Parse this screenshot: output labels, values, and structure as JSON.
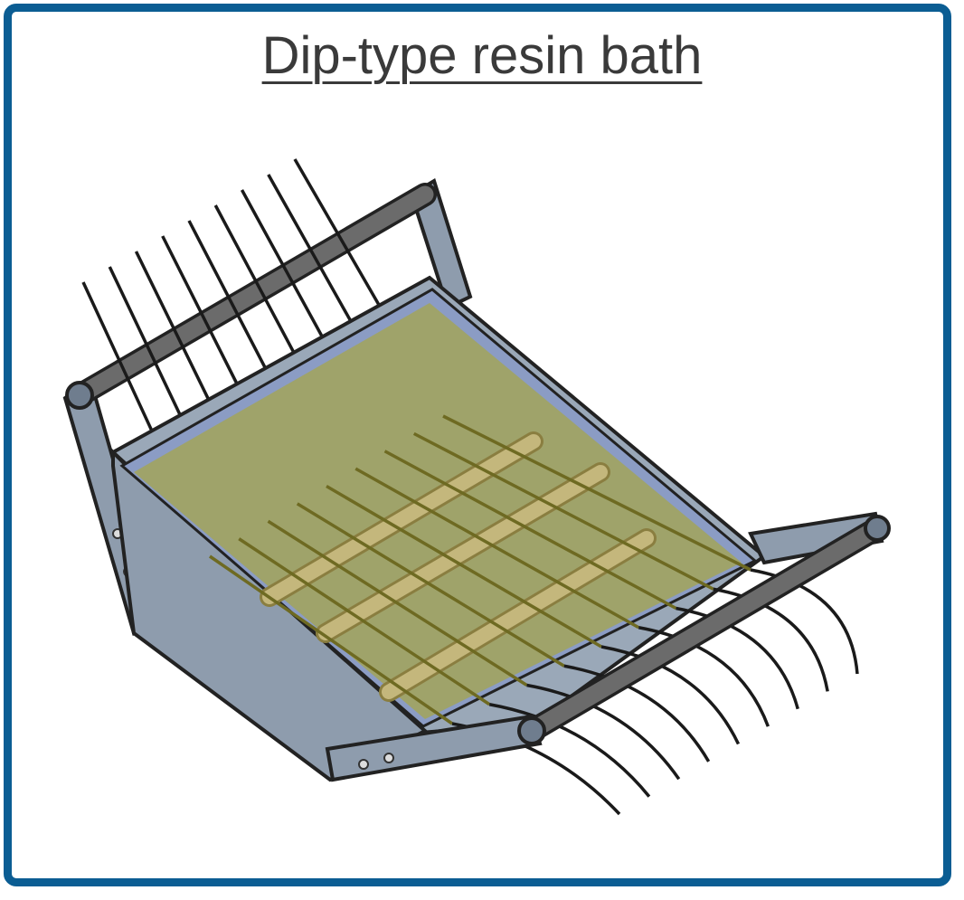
{
  "title": "Dip-type resin bath",
  "colors": {
    "frame_border": "#0b5d93",
    "steel": "#8e9cad",
    "steel_dark": "#6f7d8e",
    "steel_light": "#9aa8b8",
    "rod": "#6b6b6b",
    "resin": "#9fa36a",
    "resin_edge": "#8b9cc4",
    "submerged_bar": "#c4b77c",
    "fiber": "#1a1a1a",
    "submerged_fiber": "#6e6a22"
  },
  "components": {
    "fiber_count": 9,
    "submerged_bar_count": 3,
    "rods": [
      "entry-guide-rod",
      "exit-guide-rod"
    ]
  }
}
